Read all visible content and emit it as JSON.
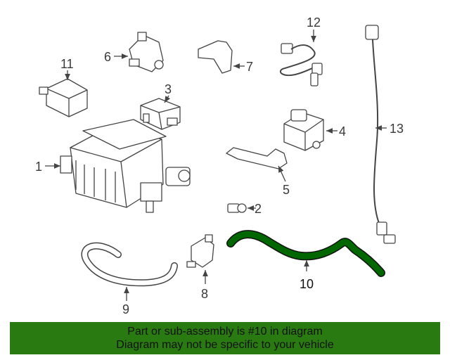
{
  "diagram": {
    "callouts": [
      "1",
      "2",
      "3",
      "4",
      "5",
      "6",
      "7",
      "8",
      "9",
      "10",
      "11",
      "12",
      "13"
    ],
    "highlight_color": "#006600",
    "highlighted_part": "10"
  },
  "banner": {
    "line1": "Part or sub-assembly is #10 in diagram",
    "line2": "Diagram may not be specific to your vehicle",
    "background_color": "#2a7a12"
  }
}
